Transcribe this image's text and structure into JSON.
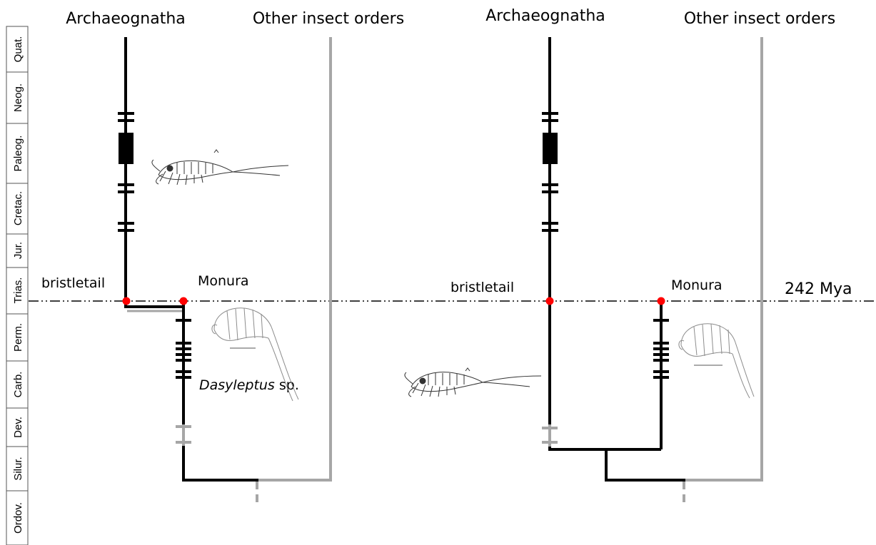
{
  "periods": [
    {
      "label": "Quat."
    },
    {
      "label": "Neog."
    },
    {
      "label": "Paleog."
    },
    {
      "label": "Cretac."
    },
    {
      "label": "Jur."
    },
    {
      "label": "Trias."
    },
    {
      "label": "Perm."
    },
    {
      "label": "Carb."
    },
    {
      "label": "Dev."
    },
    {
      "label": "Silur."
    },
    {
      "label": "Ordov."
    }
  ],
  "left_tree": {
    "archaeognatha": "Archaeognatha",
    "other_orders": "Other insect orders",
    "bristletail": "bristletail",
    "monura": "Monura",
    "dasyleptus_genus": "Dasyleptus",
    "dasyleptus_sp": " sp."
  },
  "right_tree": {
    "archaeognatha": "Archaeognatha",
    "other_orders": "Other insect orders",
    "bristletail": "bristletail",
    "monura": "Monura"
  },
  "age_label": "242 Mya",
  "colors": {
    "lineage": "#000000",
    "extinct_or_ghost": "#a6a6a6",
    "fossil_point": "#ff0000"
  }
}
